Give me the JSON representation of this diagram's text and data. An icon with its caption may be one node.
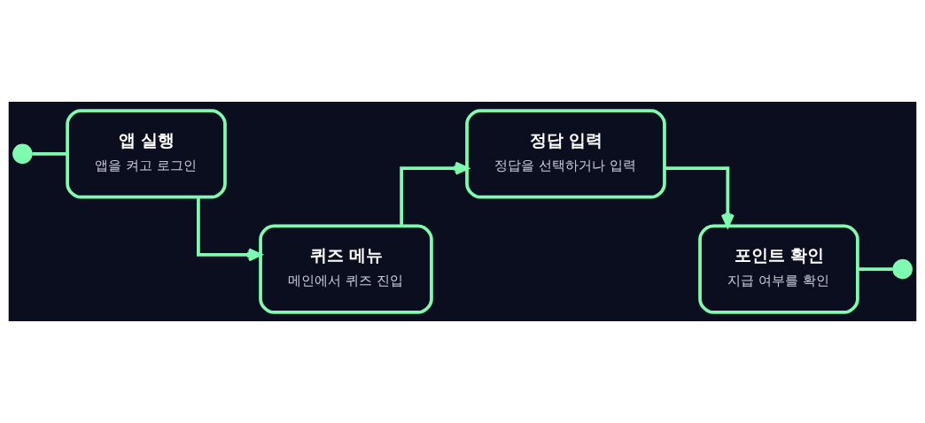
{
  "diagram": {
    "nodes": [
      {
        "text": [],
        "shape": "circle"
      },
      {
        "text": [
          "앱 실행",
          "앱을 켜고 로그인"
        ]
      },
      {
        "text": [
          "퀴즈 메뉴",
          "메인에서 퀴즈 진입"
        ]
      },
      {
        "text": [
          "정답 입력",
          "정답을 선택하거나 입력"
        ]
      },
      {
        "text": [
          "포인트 확인",
          "지급 여부를 확인"
        ]
      },
      {
        "text": [],
        "shape": "circle"
      }
    ],
    "edges": [
      {
        "from": 0,
        "to": 1,
        "arrow": "none"
      },
      {
        "from": 1,
        "to": 2,
        "arrow": "to"
      },
      {
        "from": 2,
        "to": 3,
        "arrow": "to"
      },
      {
        "from": 3,
        "to": 4,
        "arrow": "to"
      },
      {
        "from": 4,
        "to": 5,
        "arrow": "none"
      }
    ]
  }
}
